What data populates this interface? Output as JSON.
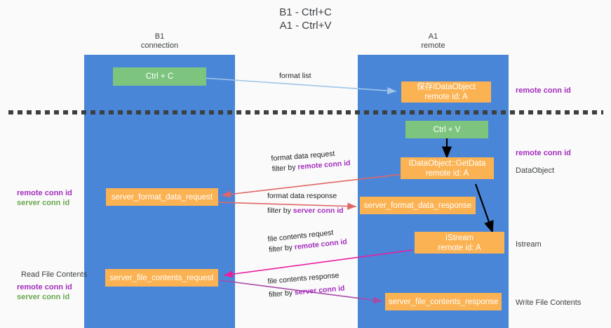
{
  "title": {
    "line1": "B1 - Ctrl+C",
    "line2": "A1 - Ctrl+V"
  },
  "columns": [
    {
      "id": "b1",
      "name": "B1",
      "subtitle": "connection"
    },
    {
      "id": "a1",
      "name": "A1",
      "subtitle": "remote"
    }
  ],
  "nodes": {
    "ctrl_c": {
      "line1": "Ctrl + C",
      "line2": "",
      "color": "#7dc57f"
    },
    "save_dataobj": {
      "line1": "保存IDataObject",
      "line2": "remote id: A",
      "color": "#fbb252"
    },
    "ctrl_v": {
      "line1": "Ctrl + V",
      "line2": "",
      "color": "#7dc57f"
    },
    "getdata": {
      "line1": "IDataObject::GetData",
      "line2": "remote id: A",
      "color": "#fbb252"
    },
    "fmt_req": {
      "line1": "server_format_data_request",
      "line2": "",
      "color": "#fbb252"
    },
    "fmt_resp": {
      "line1": "server_format_data_response",
      "line2": "",
      "color": "#fbb252"
    },
    "istream": {
      "line1": "IStream",
      "line2": "remote id: A",
      "color": "#fbb252"
    },
    "file_req": {
      "line1": "server_file_contents_request",
      "line2": "",
      "color": "#fbb252"
    },
    "file_resp": {
      "line1": "server_file_contents_response",
      "line2": "",
      "color": "#fbb252"
    }
  },
  "edge_labels": {
    "format_list": {
      "text": "format list"
    },
    "format_data_request": {
      "line1": "format data request",
      "line2_prefix": "filter by ",
      "line2_key": "remote conn id"
    },
    "format_data_response": {
      "line1": "format data response",
      "line2_prefix": "filter by ",
      "line2_key": "server conn id"
    },
    "file_contents_request": {
      "line1": "file contents request",
      "line2_prefix": "filter by ",
      "line2_key": "remote conn id"
    },
    "file_contents_response": {
      "line1": "file contents response",
      "line2_prefix": "filter by ",
      "line2_key": "server conn id"
    }
  },
  "right_labels": {
    "remote_conn_id_top": "remote conn id",
    "remote_conn_id_mid": "remote conn id",
    "dataobject": "DataObject",
    "istream": "Istream",
    "write_file_contents": "Write File Contents"
  },
  "left_labels": {
    "fmt_remote": "remote conn id",
    "fmt_server": "server conn id",
    "read_file_contents": "Read File Contents",
    "file_remote": "remote conn id",
    "file_server": "server conn id"
  },
  "colors": {
    "lane": "#4a86d8",
    "green_node": "#7dc57f",
    "orange_node": "#fbb252",
    "purple_text": "#a32dbd",
    "green_text": "#6aa84f",
    "arrow_blue": "#9fc5e8",
    "arrow_red": "#e06666",
    "arrow_magenta": "#e91e9e",
    "arrow_purple": "#a64ca6",
    "arrow_black": "#000000",
    "background": "#fafafa"
  }
}
